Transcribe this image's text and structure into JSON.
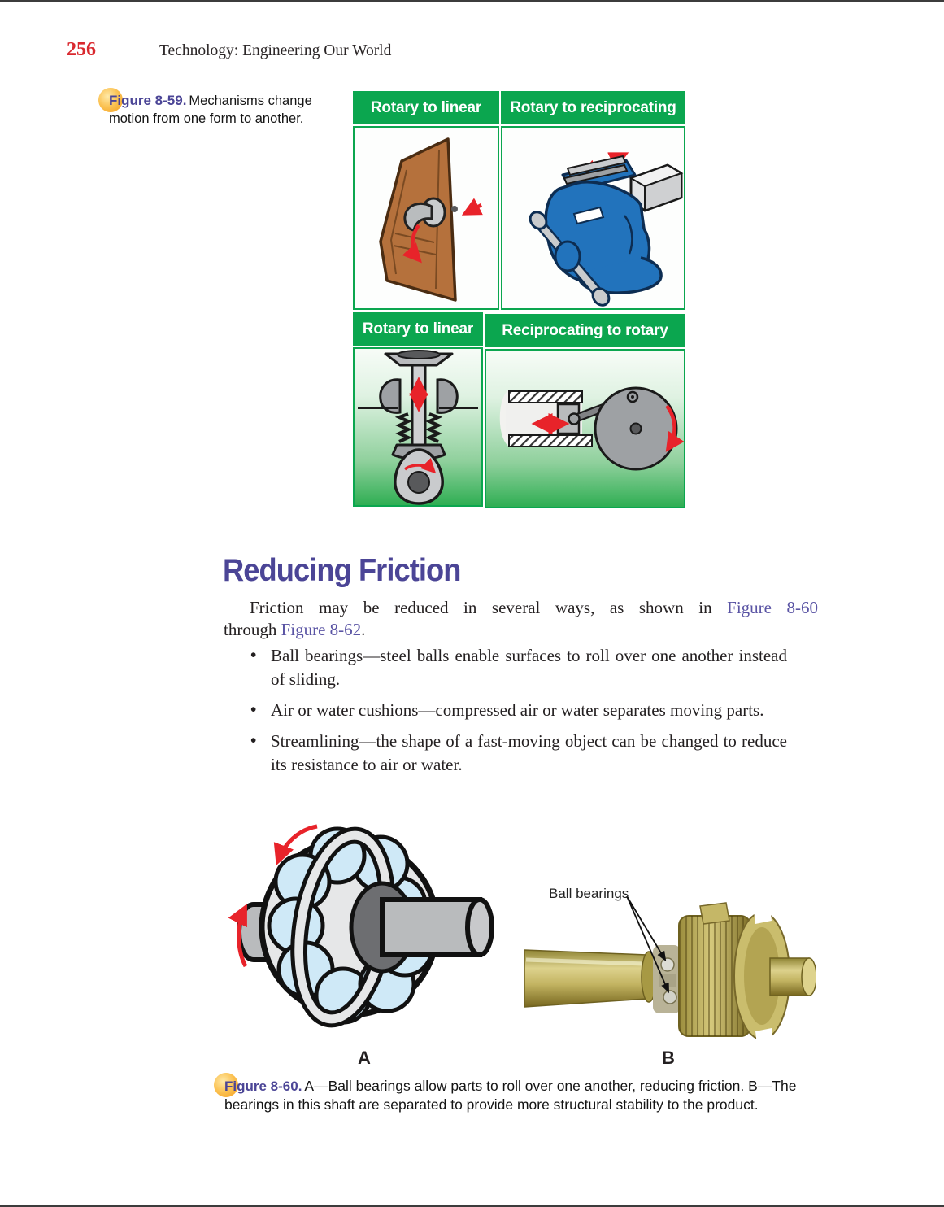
{
  "page": {
    "number": "256",
    "running_title": "Technology: Engineering Our World"
  },
  "icons": {
    "bullet": "•"
  },
  "figure59": {
    "label": "Figure 8-59.",
    "caption": "Mechanisms change motion from one form to another.",
    "panels": [
      {
        "header": "Rotary to linear",
        "illustration": "door-handle"
      },
      {
        "header": "Rotary to reciprocating",
        "illustration": "bench-vise"
      },
      {
        "header": "Rotary to linear",
        "illustration": "valve-cam"
      },
      {
        "header": "Reciprocating to rotary",
        "illustration": "piston-crank"
      }
    ]
  },
  "section": {
    "heading": "Reducing Friction",
    "paragraph": {
      "part1": "Friction may be reduced in several ways, as shown in ",
      "link1": "Figure 8-60",
      "part2": "through ",
      "link2": "Figure 8-62",
      "part3": "."
    },
    "bullets": [
      "Ball bearings—steel balls enable surfaces to roll over one another instead of sliding.",
      "Air or water cushions—compressed air or water separates moving parts.",
      "Streamlining—the shape of a fast-moving object can be changed to reduce its resistance to air or water."
    ]
  },
  "figure60": {
    "label": "Figure 8-60.",
    "caption": "A—Ball bearings allow parts to roll over one another, reducing friction. B—The bearings in this shaft are separated to provide more structural stability to the product.",
    "image_a_label": "A",
    "image_b_label": "B",
    "photo_annotation": "Ball bearings"
  },
  "colors": {
    "header_green": "#0ba64f",
    "gradient_green": "#2fae53",
    "accent_purple": "#4b4596",
    "page_number_red": "#d9282e",
    "arrow_red": "#e8232a"
  }
}
